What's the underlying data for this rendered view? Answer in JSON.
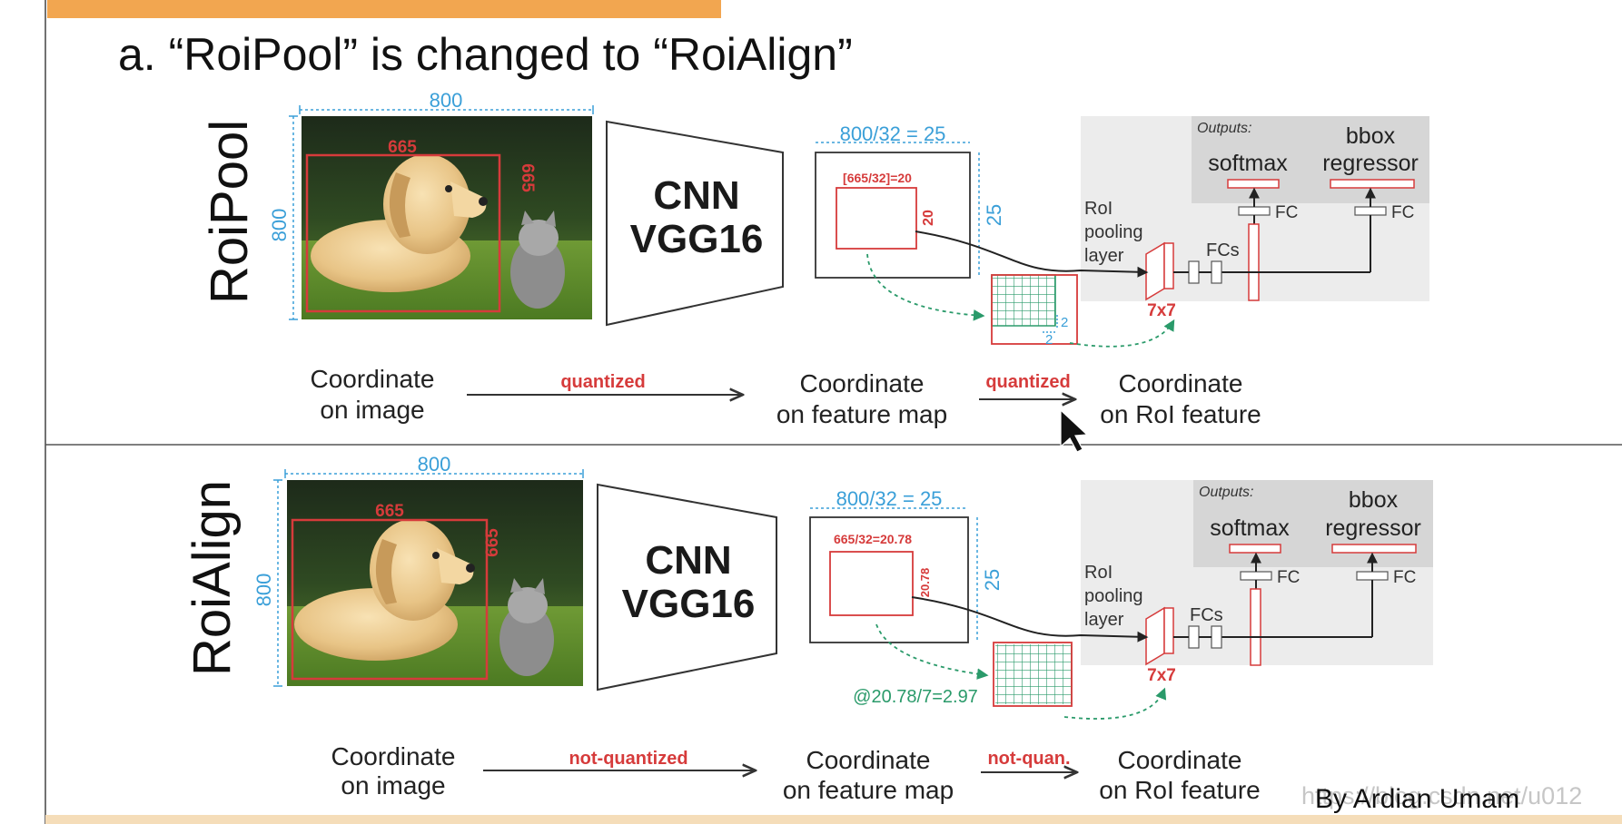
{
  "slide": {
    "title": "a.  “RoiPool” is changed to “RoiAlign”",
    "credit": "By Ardian Umam",
    "watermark": "https://blog.csdn.net/u012"
  },
  "rows": [
    {
      "id": "roipool",
      "label": "RoiPool",
      "image_width_label": "800",
      "image_height_label": "800",
      "roi_width_label": "665",
      "roi_height_label": "665",
      "cnn_line1": "CNN",
      "cnn_line2": "VGG16",
      "fmap_width_label": "800/32 = 25",
      "fmap_height_label": "25",
      "fmap_roi_width_label": "[665/32]=20",
      "fmap_roi_height_label": "20",
      "grid_cell_label_right": "2",
      "grid_cell_label_bottom": "2",
      "grid_note": "",
      "head": {
        "outputs_label": "Outputs:",
        "softmax_label": "softmax",
        "bbox_label_line1": "bbox",
        "bbox_label_line2": "regressor",
        "fc_label_1": "FC",
        "fc_label_2": "FC",
        "pool_label_line1": "RoI",
        "pool_label_line2": "pooling",
        "pool_label_line3": "layer",
        "fcs_label": "FCs",
        "pool_size_label": "7x7"
      },
      "flow": {
        "step1_line1": "Coordinate",
        "step1_line2": "on image",
        "arrow1_label": "quantized",
        "step2_line1": "Coordinate",
        "step2_line2": "on feature map",
        "arrow2_label": "quantized",
        "step3_line1": "Coordinate",
        "step3_line2": "on RoI feature"
      }
    },
    {
      "id": "roialign",
      "label": "RoiAlign",
      "image_width_label": "800",
      "image_height_label": "800",
      "roi_width_label": "665",
      "roi_height_label": "665",
      "cnn_line1": "CNN",
      "cnn_line2": "VGG16",
      "fmap_width_label": "800/32 = 25",
      "fmap_height_label": "25",
      "fmap_roi_width_label": "665/32=20.78",
      "fmap_roi_height_label": "20.78",
      "grid_cell_label_right": "",
      "grid_cell_label_bottom": "",
      "grid_note": "@20.78/7=2.97",
      "head": {
        "outputs_label": "Outputs:",
        "softmax_label": "softmax",
        "bbox_label_line1": "bbox",
        "bbox_label_line2": "regressor",
        "fc_label_1": "FC",
        "fc_label_2": "FC",
        "pool_label_line1": "RoI",
        "pool_label_line2": "pooling",
        "pool_label_line3": "layer",
        "fcs_label": "FCs",
        "pool_size_label": "7x7"
      },
      "flow": {
        "step1_line1": "Coordinate",
        "step1_line2": "on image",
        "arrow1_label": "not-quantized",
        "step2_line1": "Coordinate",
        "step2_line2": "on feature map",
        "arrow2_label": "not-quan.",
        "step3_line1": "Coordinate",
        "step3_line2": "on RoI feature"
      }
    }
  ],
  "colors": {
    "accent_bar": "#f2a650",
    "dimension_blue": "#3a9fd8",
    "roi_red": "#d63b3b",
    "grid_green": "#2a9a6a",
    "head_panel": "#ececec",
    "head_outputs": "#d6d6d6"
  }
}
